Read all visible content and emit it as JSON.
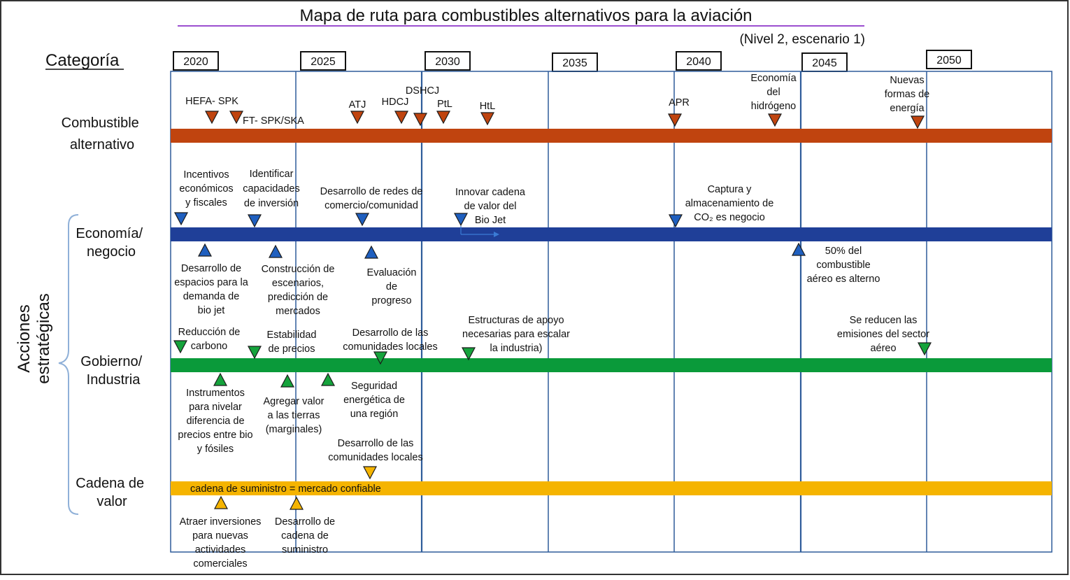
{
  "title": "Mapa de ruta para combustibles alternativos para la aviación",
  "subtitle": "(Nivel 2, escenario 1)",
  "category_header": "Categoría",
  "years": [
    "2020",
    "2025",
    "2030",
    "2035",
    "2040",
    "2045",
    "2050"
  ],
  "row_labels": {
    "combustible": [
      "Combustible",
      "alternativo"
    ],
    "economia": [
      "Economía/",
      "negocio"
    ],
    "gobierno": [
      "Gobierno/",
      "Industria"
    ],
    "cadena": [
      "Cadena de",
      "valor"
    ],
    "acciones": [
      "Acciones",
      "estratégicas"
    ]
  },
  "colors": {
    "combustible": "#c0440f",
    "economia": "#1f3f98",
    "gobierno": "#0a9a3a",
    "cadena": "#f5b400",
    "grid": "#2e5c9a",
    "title_rule": "#9b4fd0"
  },
  "band_text": "cadena de suministro =  mercado confiable",
  "markers": [
    {
      "id": "hefa",
      "band": "combustible",
      "dir": "down",
      "color": "#c0440f",
      "label": [
        "HEFA- SPK"
      ]
    },
    {
      "id": "ft",
      "band": "combustible",
      "dir": "down",
      "color": "#c0440f",
      "label": [
        "FT- SPK/SKA"
      ]
    },
    {
      "id": "atj",
      "band": "combustible",
      "dir": "down",
      "color": "#c0440f",
      "label": [
        "ATJ"
      ]
    },
    {
      "id": "hdcj",
      "band": "combustible",
      "dir": "down",
      "color": "#c0440f",
      "label": [
        "HDCJ"
      ]
    },
    {
      "id": "dshcj",
      "band": "combustible",
      "dir": "down",
      "color": "#c0440f",
      "label": [
        "DSHCJ"
      ]
    },
    {
      "id": "ptl",
      "band": "combustible",
      "dir": "down",
      "color": "#c0440f",
      "label": [
        "PtL"
      ]
    },
    {
      "id": "htl",
      "band": "combustible",
      "dir": "down",
      "color": "#c0440f",
      "label": [
        "HtL"
      ]
    },
    {
      "id": "apr",
      "band": "combustible",
      "dir": "down",
      "color": "#c0440f",
      "label": [
        "APR"
      ]
    },
    {
      "id": "hidrogeno",
      "band": "combustible",
      "dir": "down",
      "color": "#c0440f",
      "label": [
        "Economía",
        "del",
        "hidrógeno"
      ]
    },
    {
      "id": "nuevas",
      "band": "combustible",
      "dir": "down",
      "color": "#c0440f",
      "label": [
        "Nuevas",
        "formas de",
        "energía"
      ]
    },
    {
      "id": "incentivos",
      "band": "economia",
      "dir": "down",
      "color": "#1f5fbf",
      "label": [
        "Incentivos",
        "económicos",
        "y fiscales"
      ]
    },
    {
      "id": "identificar",
      "band": "economia",
      "dir": "down",
      "color": "#1f5fbf",
      "label": [
        "Identificar",
        "capacidades",
        "de inversión"
      ]
    },
    {
      "id": "redes",
      "band": "economia",
      "dir": "down",
      "color": "#1f5fbf",
      "label": [
        "Desarrollo de redes de",
        "comercio/comunidad"
      ]
    },
    {
      "id": "innovar",
      "band": "economia",
      "dir": "down",
      "color": "#1f5fbf",
      "label": [
        "Innovar cadena",
        "de valor del",
        "Bio Jet"
      ]
    },
    {
      "id": "captura",
      "band": "economia",
      "dir": "down",
      "color": "#1f5fbf",
      "label": [
        "Captura y",
        "almacenamiento de",
        "CO₂ es negocio"
      ]
    },
    {
      "id": "espacios",
      "band": "economia",
      "dir": "up",
      "color": "#1f5fbf",
      "label": [
        "Desarrollo de",
        "espacios para la",
        "demanda de",
        "bio jet"
      ]
    },
    {
      "id": "escenarios",
      "band": "economia",
      "dir": "up",
      "color": "#1f5fbf",
      "label": [
        "Construcción de",
        "escenarios,",
        "predicción de",
        "mercados"
      ]
    },
    {
      "id": "evaluacion",
      "band": "economia",
      "dir": "up",
      "color": "#1f5fbf",
      "label": [
        "Evaluación",
        "de",
        "progreso"
      ]
    },
    {
      "id": "cincuenta",
      "band": "economia",
      "dir": "up",
      "color": "#1f5fbf",
      "label": [
        "50% del",
        "combustible",
        "aéreo es alterno"
      ]
    },
    {
      "id": "carbono",
      "band": "gobierno",
      "dir": "down",
      "color": "#15a33c",
      "label": [
        "Reducción de",
        "carbono"
      ]
    },
    {
      "id": "estabilidad",
      "band": "gobierno",
      "dir": "down",
      "color": "#15a33c",
      "label": [
        "Estabilidad",
        "de precios"
      ]
    },
    {
      "id": "comunidades1",
      "band": "gobierno",
      "dir": "down",
      "color": "#15a33c",
      "label": [
        "Desarrollo de las",
        "comunidades locales"
      ]
    },
    {
      "id": "estructuras",
      "band": "gobierno",
      "dir": "down",
      "color": "#15a33c",
      "label": [
        "Estructuras de apoyo",
        "necesarias para escalar",
        "la industria)"
      ]
    },
    {
      "id": "emisiones",
      "band": "gobierno",
      "dir": "down",
      "color": "#15a33c",
      "label": [
        "Se reducen las",
        "emisiones del sector",
        "aéreo"
      ]
    },
    {
      "id": "instrumentos",
      "band": "gobierno",
      "dir": "up",
      "color": "#15a33c",
      "label": [
        "Instrumentos",
        "para nivelar",
        "diferencia de",
        "precios entre bio",
        "y fósiles"
      ]
    },
    {
      "id": "agregar",
      "band": "gobierno",
      "dir": "up",
      "color": "#15a33c",
      "label": [
        "Agregar valor",
        "a las tierras",
        "(marginales)"
      ]
    },
    {
      "id": "seguridad",
      "band": "gobierno",
      "dir": "up",
      "color": "#15a33c",
      "label": [
        "Seguridad",
        "energética de",
        "una región"
      ]
    },
    {
      "id": "comunidades2",
      "band": "cadena",
      "dir": "down",
      "color": "#f5b400",
      "label": [
        "Desarrollo de las",
        "comunidades locales"
      ]
    },
    {
      "id": "atraer",
      "band": "cadena",
      "dir": "up",
      "color": "#f5b400",
      "label": [
        "Atraer inversiones",
        "para nuevas",
        "actividades",
        "comerciales"
      ]
    },
    {
      "id": "suministro",
      "band": "cadena",
      "dir": "up",
      "color": "#f5b400",
      "label": [
        "Desarrollo de",
        "cadena de",
        "suministro"
      ]
    }
  ]
}
